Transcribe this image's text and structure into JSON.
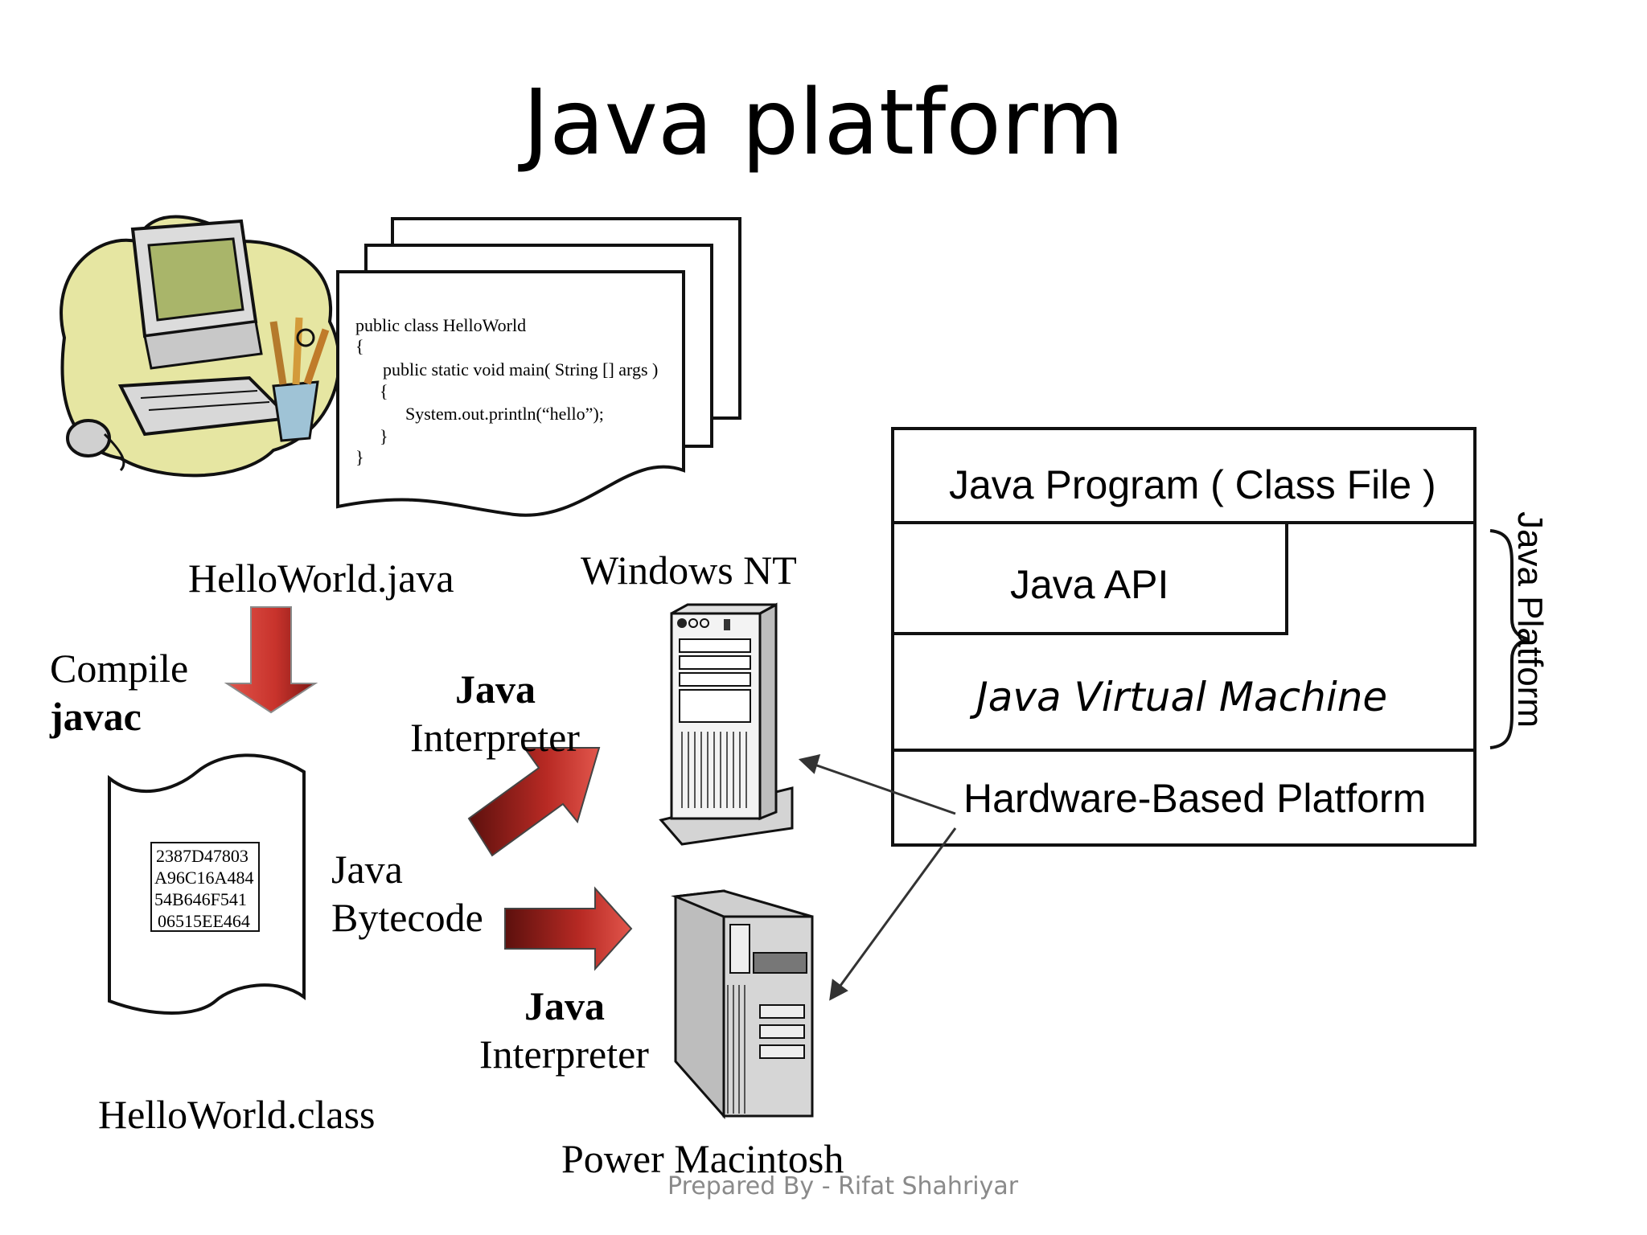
{
  "slide": {
    "title": "Java platform",
    "footer": "Prepared By - Rifat Shahriyar"
  },
  "source_file": {
    "code_lines": [
      "public class HelloWorld",
      "{",
      "public static void main( String [] args )",
      "{",
      "System.out.println(“hello”);",
      "}",
      "}"
    ],
    "filename": "HelloWorld.java"
  },
  "compile": {
    "label": "Compile",
    "tool": "javac"
  },
  "class_file": {
    "hex_lines": [
      "2387D47803",
      "A96C16A484",
      "54B646F541",
      "06515EE464"
    ],
    "filename": "HelloWorld.class",
    "bytecode_label_1": "Java",
    "bytecode_label_2": "Bytecode"
  },
  "interpreter_top": {
    "bold": "Java",
    "normal": "Interpreter"
  },
  "interpreter_bottom": {
    "bold": "Java",
    "normal": "Interpreter"
  },
  "targets": {
    "windows": "Windows NT",
    "mac": "Power Macintosh"
  },
  "platform_stack": {
    "layers": {
      "program": "Java Program ( Class File )",
      "api": "Java API",
      "jvm": "Java Virtual Machine",
      "hardware": "Hardware-Based Platform"
    },
    "brace_label": "Java Platform"
  },
  "colors": {
    "arrow_red": "#c8332c",
    "arrow_dark": "#6e1512",
    "footer_gray": "#8a8a8a",
    "monitor_screen": "#a9b56a",
    "blob": "#e6e6a2"
  },
  "icons": [
    "computer-clipart-icon",
    "document-stack-icon",
    "scroll-icon",
    "tower-pc-icon",
    "mac-tower-icon"
  ]
}
